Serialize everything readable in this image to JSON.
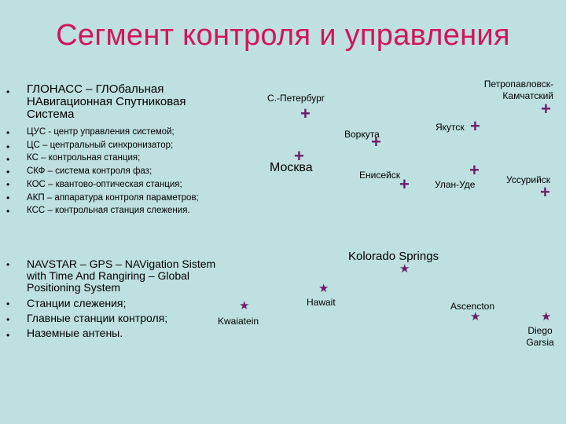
{
  "title": "Сегмент контроля и управления",
  "glonass": {
    "heading_lines": [
      "ГЛОНАСС – ГЛОбальная",
      "НАвигационная Спутниковая",
      "Система"
    ],
    "items": [
      "ЦУС - центр управления системой;",
      "ЦС – центральный синхронизатор;",
      "КС – контрольная станция;",
      "СКФ – система контроля фаз;",
      "КОС – квантово-оптическая станция;",
      "АКП – аппаратура контроля параметров;",
      "КСС – контрольная станция слежения."
    ]
  },
  "navstar": {
    "heading_lines": [
      "NAVSTAR – GPS – NAVigation Sistem",
      "with Time And Rangiring – Global",
      "Positioning System"
    ],
    "items": [
      "Станции слежения;",
      "Главные станции контроля;",
      "Наземные антены."
    ]
  },
  "bullet_symbol": "•",
  "plus_symbol": "+",
  "star_symbol": "★",
  "glonass_stations": {
    "spb": "С.-Петербург",
    "petropavlovsk_1": "Петропавловск-",
    "petropavlovsk_2": "Камчатский",
    "vorkuta": "Воркута",
    "yakutsk": "Якутск",
    "moscow": "Москва",
    "yenisei": "Енисейск",
    "ulan_ude": "Улан-Уде",
    "ussuriysk": "Уссурийск"
  },
  "gps_stations": {
    "colorado": "Kolorado Springs",
    "hawaii": "Hawait",
    "ascension": "Ascencton",
    "kwajalein": "Kwaiatein",
    "diego_1": "Diego",
    "diego_2": "Garsia"
  },
  "colors": {
    "title": "#d4145a",
    "background": "#bfe0e0",
    "marker": "#6a1d6a"
  }
}
